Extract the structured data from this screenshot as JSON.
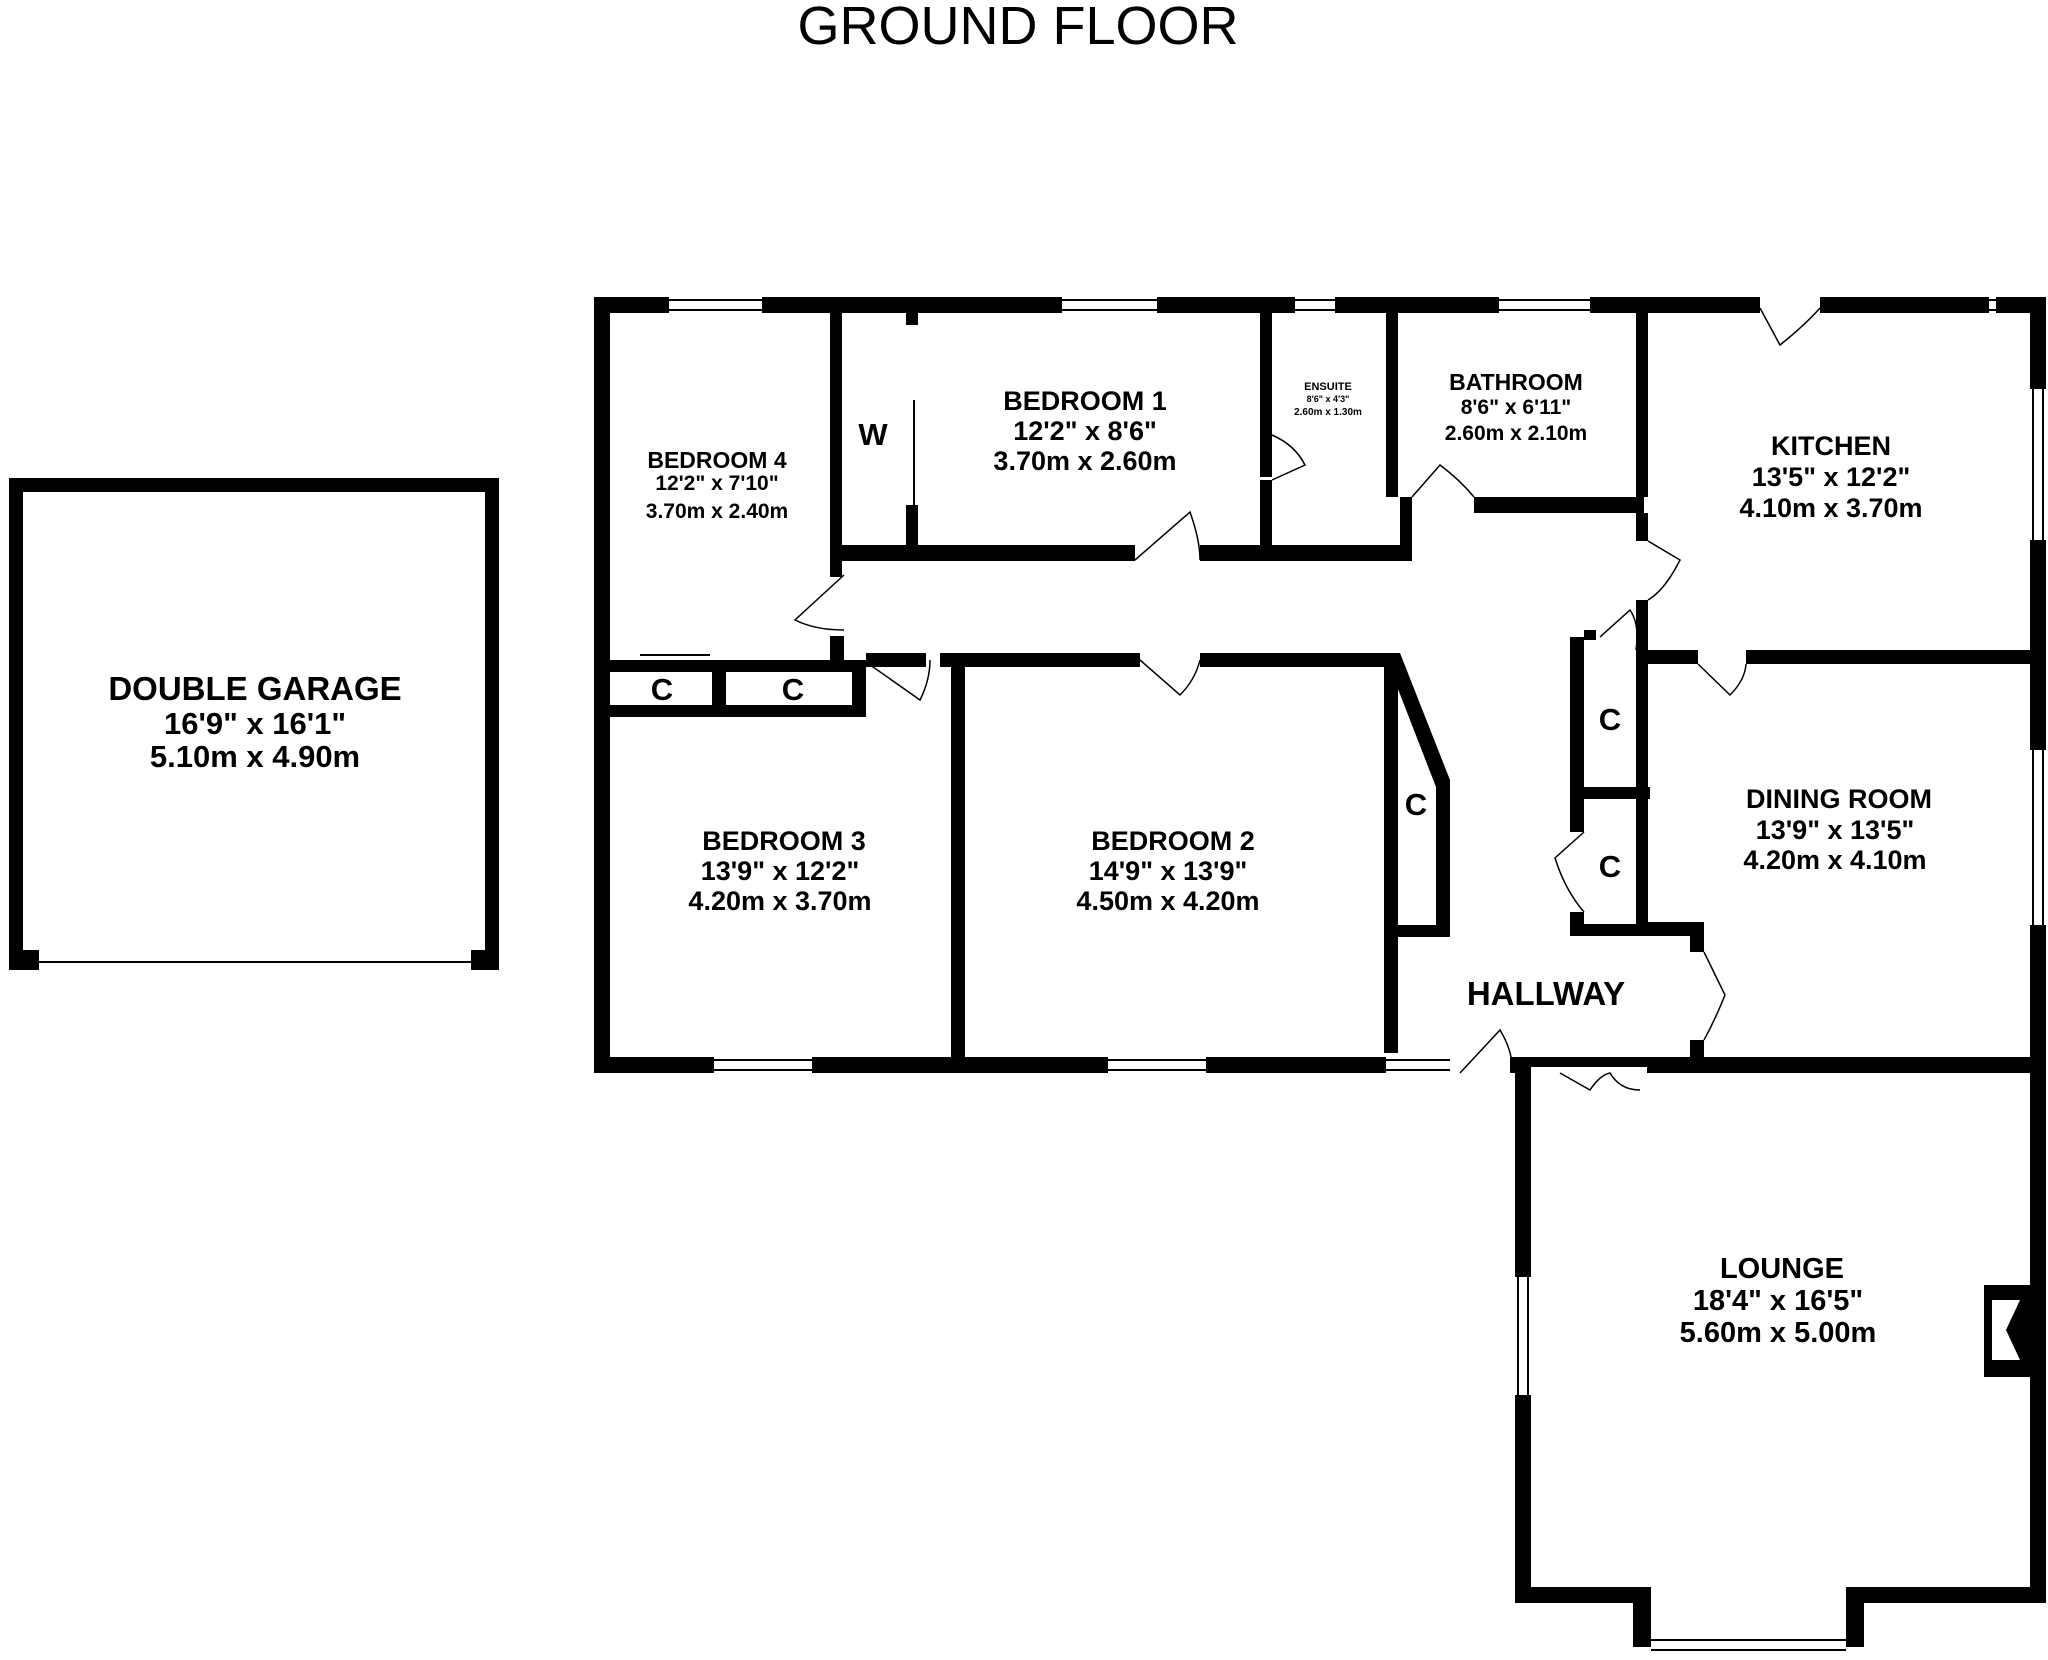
{
  "title": "GROUND FLOOR",
  "rooms": {
    "garage": {
      "name": "DOUBLE GARAGE",
      "imperial": "16'9\"  x 16'1\"",
      "metric": "5.10m  x 4.90m"
    },
    "bedroom4": {
      "name": "BEDROOM 4",
      "imperial": "12'2\"  x 7'10\"",
      "metric": "3.70m  x 2.40m"
    },
    "bedroom1": {
      "name": "BEDROOM 1",
      "imperial": "12'2\"  x 8'6\"",
      "metric": "3.70m  x 2.60m"
    },
    "ensuite": {
      "name": "ENSUITE",
      "imperial": "8'6\"  x 4'3\"",
      "metric": "2.60m  x 1.30m"
    },
    "bathroom": {
      "name": "BATHROOM",
      "imperial": "8'6\"  x 6'11\"",
      "metric": "2.60m  x 2.10m"
    },
    "kitchen": {
      "name": "KITCHEN",
      "imperial": "13'5\"  x 12'2\"",
      "metric": "4.10m  x 3.70m"
    },
    "bedroom3": {
      "name": "BEDROOM 3",
      "imperial": "13'9\"  x 12'2\"",
      "metric": "4.20m  x 3.70m"
    },
    "bedroom2": {
      "name": "BEDROOM 2",
      "imperial": "14'9\"  x 13'9\"",
      "metric": "4.50m  x 4.20m"
    },
    "dining": {
      "name": "DINING ROOM",
      "imperial": "13'9\"  x 13'5\"",
      "metric": "4.20m  x 4.10m"
    },
    "hallway": {
      "name": "HALLWAY"
    },
    "lounge": {
      "name": "LOUNGE",
      "imperial": "18'4\"  x 16'5\"",
      "metric": "5.60m  x 5.00m"
    }
  },
  "wardrobe_label": "W",
  "cupboard_label": "C"
}
